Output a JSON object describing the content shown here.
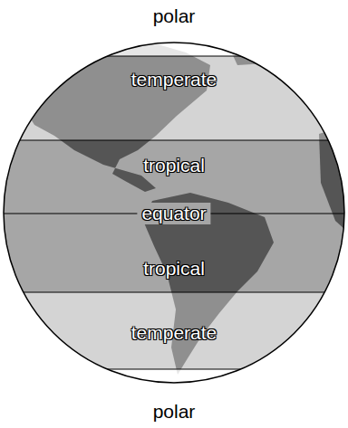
{
  "diagram": {
    "nodes": [
      {
        "text": [
          "temperate"
        ]
      },
      {
        "text": [
          "tropical"
        ]
      },
      {
        "text": [
          "tropical"
        ]
      },
      {
        "text": [
          "temperate"
        ]
      }
    ],
    "labels": [
      "polar",
      "equator",
      "polar"
    ]
  }
}
